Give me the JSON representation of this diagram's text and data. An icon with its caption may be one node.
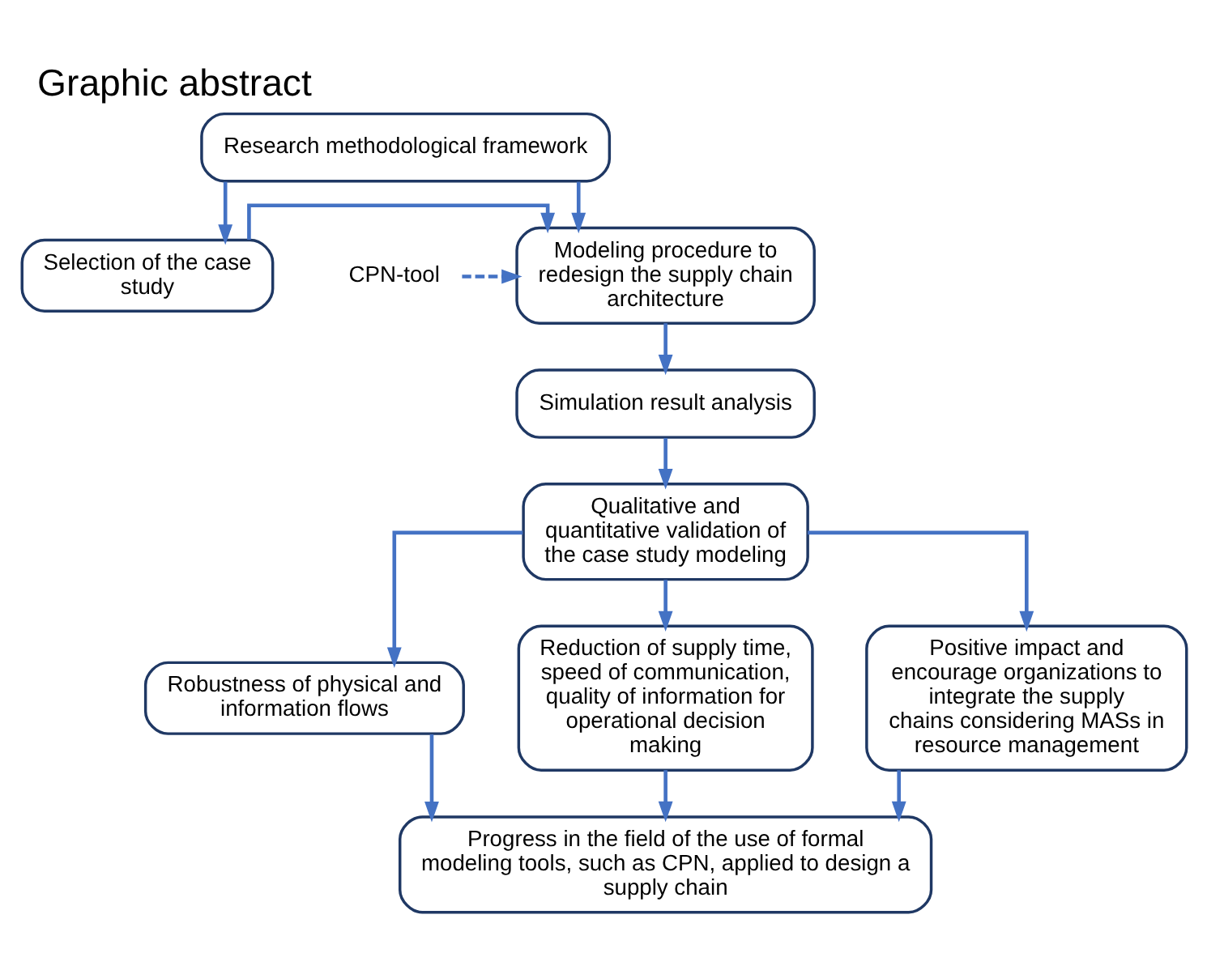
{
  "diagram": {
    "title": "Graphic abstract",
    "nodes": [
      {
        "text": [
          "Research methodological framework"
        ]
      },
      {
        "text": [
          "Selection of the case study"
        ]
      },
      {
        "text": [
          "Modeling procedure to redesign the supply chain architecture"
        ]
      },
      {
        "text": [
          "CPN-tool"
        ]
      },
      {
        "text": [
          "Simulation result analysis"
        ]
      },
      {
        "text": [
          "Qualitative and quantitative validation of the case study modeling"
        ]
      },
      {
        "text": [
          "Robustness of physical and information flows"
        ]
      },
      {
        "text": [
          "Reduction of supply time, speed of communication, quality of information for operational decision making"
        ]
      },
      {
        "text": [
          "Positive impact and encourage organizations to integrate the supply chains considering MASs in resource management"
        ]
      },
      {
        "text": [
          "Progress in the field of the use of formal modeling tools, such as CPN, applied to design a supply chain"
        ]
      }
    ],
    "edges": [
      {
        "from": 0,
        "to": 1,
        "arrow": "to"
      },
      {
        "from": 0,
        "to": 2,
        "arrow": "to"
      },
      {
        "from": 1,
        "to": 2,
        "arrow": "to"
      },
      {
        "from": 3,
        "to": 2,
        "arrow": "to",
        "style": "dashed"
      },
      {
        "from": 2,
        "to": 4,
        "arrow": "to"
      },
      {
        "from": 4,
        "to": 5,
        "arrow": "to"
      },
      {
        "from": 5,
        "to": 6,
        "arrow": "to"
      },
      {
        "from": 5,
        "to": 7,
        "arrow": "to"
      },
      {
        "from": 5,
        "to": 8,
        "arrow": "to"
      },
      {
        "from": 6,
        "to": 9,
        "arrow": "to"
      },
      {
        "from": 7,
        "to": 9,
        "arrow": "to"
      },
      {
        "from": 8,
        "to": 9,
        "arrow": "to"
      }
    ]
  }
}
